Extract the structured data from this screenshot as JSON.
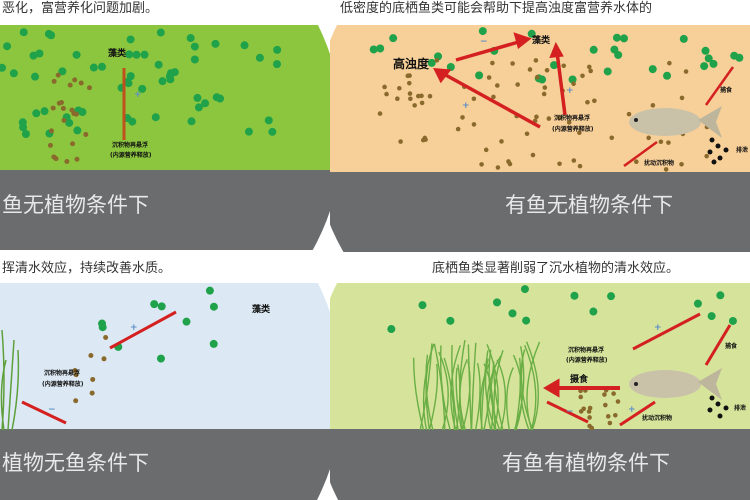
{
  "captions": {
    "top_left": "恶化，富营养化问题加剧。",
    "top_right": "低密度的底栖鱼类可能会帮助下提高浊度富营养水体的",
    "bottom_left": "挥清水效应，持续改善水质。",
    "bottom_right": "底栖鱼类显著削弱了沉水植物的清水效应。"
  },
  "panels": {
    "top_left": {
      "condition": "鱼无植物条件下",
      "algae": "藻类",
      "sediment": "沉积物再悬浮",
      "sediment_sub": "(内源营养释放)",
      "plus": "+",
      "water_color": "#8cc63f"
    },
    "top_right": {
      "condition": "有鱼无植物条件下",
      "algae": "藻类",
      "turbidity": "高浊度",
      "sediment": "沉积物再悬浮",
      "sediment_sub": "(内源营养释放)",
      "predation": "捕食",
      "disturb": "扰动沉积物",
      "excretion": "排泄",
      "plus": "+",
      "minus": "−",
      "water_color": "#f7cf98"
    },
    "bottom_left": {
      "condition": "植物无鱼条件下",
      "algae": "藻类",
      "sediment": "沉积物再悬浮",
      "sediment_sub": "(内源营养释放)",
      "plus": "+",
      "minus": "−",
      "water_color": "#dce9f4"
    },
    "bottom_right": {
      "condition": "有鱼有植物条件下",
      "sediment": "沉积物再悬浮",
      "sediment_sub": "(内源营养释放)",
      "predation": "捕食",
      "disturb": "扰动沉积物",
      "excretion": "排泄",
      "predation2": "摄食",
      "plus": "+",
      "minus": "−",
      "water_color": "#d5e39b"
    }
  },
  "colors": {
    "sediment": "#6b6c6e",
    "algae": "#1fa24a",
    "particle": "#8a6a2c",
    "arrow": "#d42020",
    "plus": "#5b8fc9"
  }
}
